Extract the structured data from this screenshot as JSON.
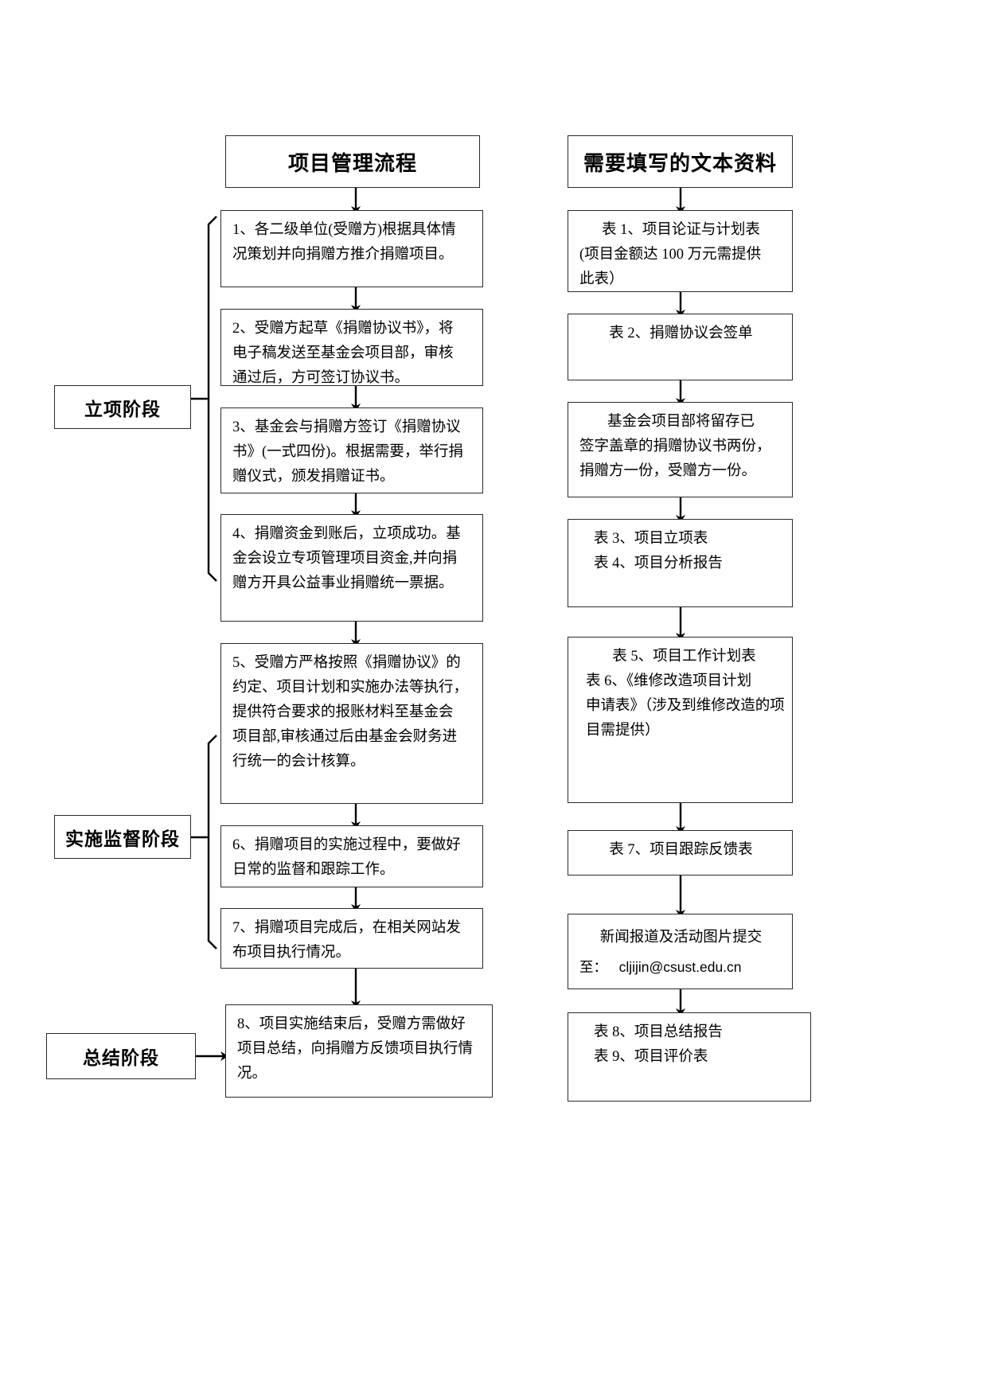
{
  "document": {
    "type": "flowchart",
    "orientation": "two-column vertical flow"
  },
  "left_column": {
    "title": "项目管理流程",
    "steps": [
      {
        "id": "step-1",
        "lines": [
          "1、各二级单位(受赠方)根据具体情",
          "况策划并向捐赠方推介捐赠项目。"
        ]
      },
      {
        "id": "step-2",
        "lines": [
          "2、受赠方起草《捐赠协议书》，将",
          "电子稿发送至基金会项目部，审核",
          "通过后，方可签订协议书。"
        ]
      },
      {
        "id": "step-3",
        "lines": [
          "3、基金会与捐赠方签订《捐赠协议",
          "书》(一式四份)。根据需要，举行捐",
          "赠仪式，颁发捐赠证书。"
        ]
      },
      {
        "id": "step-4",
        "lines": [
          "4、捐赠资金到账后，立项成功。基",
          "金会设立专项管理项目资金,并向捐",
          "赠方开具公益事业捐赠统一票据。"
        ]
      },
      {
        "id": "step-5",
        "lines": [
          "5、受赠方严格按照《捐赠协议》的",
          "约定、项目计划和实施办法等执行，",
          "提供符合要求的报账材料至基金会",
          "项目部,审核通过后由基金会财务进",
          "行统一的会计核算。"
        ]
      },
      {
        "id": "step-6",
        "lines": [
          "6、捐赠项目的实施过程中，要做好",
          "日常的监督和跟踪工作。"
        ]
      },
      {
        "id": "step-7",
        "lines": [
          "7、捐赠项目完成后，在相关网站发",
          "布项目执行情况。"
        ]
      },
      {
        "id": "step-8",
        "lines": [
          "8、项目实施结束后，受赠方需做好",
          "项目总结，向捐赠方反馈项目执行情",
          "况。"
        ]
      }
    ]
  },
  "right_column": {
    "title": "需要填写的文本资料",
    "documents": [
      {
        "id": "doc-1",
        "lines": [
          "表 1、项目论证与计划表",
          "(项目金额达 100 万元需提供",
          "此表）"
        ],
        "align": [
          "center",
          "left",
          "left"
        ]
      },
      {
        "id": "doc-2",
        "lines": [
          "表 2、捐赠协议会签单"
        ],
        "align": [
          "center"
        ]
      },
      {
        "id": "doc-3",
        "lines": [
          "基金会项目部将留存已",
          "签字盖章的捐赠协议书两份，",
          "捐赠方一份，受赠方一份。"
        ],
        "align": [
          "center",
          "left",
          "left"
        ]
      },
      {
        "id": "doc-4",
        "lines": [
          "表 3、项目立项表",
          "表 4、项目分析报告"
        ],
        "align": [
          "left",
          "left"
        ]
      },
      {
        "id": "doc-5",
        "lines": [
          "表 5、项目工作计划表",
          "表 6、《维修改造项目计划",
          "申请表》（涉及到维修改造的项",
          "目需提供）"
        ],
        "align": [
          "center",
          "left",
          "left",
          "left"
        ]
      },
      {
        "id": "doc-6",
        "lines": [
          "表 7、项目跟踪反馈表"
        ],
        "align": [
          "center"
        ]
      },
      {
        "id": "doc-7",
        "lines": [
          "新闻报道及活动图片提交",
          "至：   cljijin@csust.edu.cn"
        ],
        "align": [
          "center",
          "left"
        ]
      },
      {
        "id": "doc-8",
        "lines": [
          "表 8、项目总结报告",
          "表 9、项目评价表"
        ],
        "align": [
          "left",
          "left"
        ]
      }
    ]
  },
  "stages": [
    {
      "id": "stage-1",
      "label": "立项阶段"
    },
    {
      "id": "stage-2",
      "label": "实施监督阶段"
    },
    {
      "id": "stage-3",
      "label": "总结阶段"
    }
  ],
  "colors": {
    "border": "#2b2b2b",
    "text": "#000000",
    "background": "#ffffff"
  }
}
